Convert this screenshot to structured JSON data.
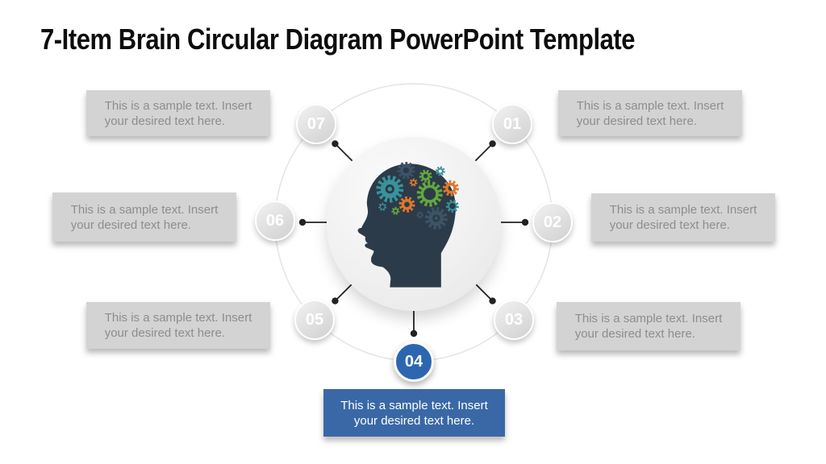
{
  "title": "7-Item Brain Circular Diagram PowerPoint Template",
  "diagram": {
    "center_image": "head-silhouette-with-gears",
    "highlighted_item": "04",
    "items": [
      {
        "number": "01",
        "text_line1": "This is a sample text. Insert",
        "text_line2": "your desired text here.",
        "highlighted": false
      },
      {
        "number": "02",
        "text_line1": "This is a sample text. Insert",
        "text_line2": "your desired text here.",
        "highlighted": false
      },
      {
        "number": "03",
        "text_line1": "This is a sample text. Insert",
        "text_line2": "your desired text here.",
        "highlighted": false
      },
      {
        "number": "04",
        "text_line1": "This is a sample text. Insert",
        "text_line2": "your desired text here.",
        "highlighted": true
      },
      {
        "number": "05",
        "text_line1": "This is a sample text. Insert",
        "text_line2": "your desired text here.",
        "highlighted": false
      },
      {
        "number": "06",
        "text_line1": "This is a sample text. Insert",
        "text_line2": "your desired text here.",
        "highlighted": false
      },
      {
        "number": "07",
        "text_line1": "This is a sample text. Insert",
        "text_line2": "your desired text here.",
        "highlighted": false
      }
    ]
  },
  "colors": {
    "accent_blue_circle": "#2d66b0",
    "accent_blue_box": "#3a68a6",
    "box_gray": "#d3d3d3",
    "box_text_gray": "#8d8d8d",
    "head_slate": "#2c3b49",
    "gear_teal": "#38939b",
    "gear_green": "#63a83d",
    "gear_orange": "#e0772c",
    "gear_slate": "#3d5366",
    "connector_dark": "#232323",
    "orbit_ring_gray": "#e4e4e4"
  }
}
